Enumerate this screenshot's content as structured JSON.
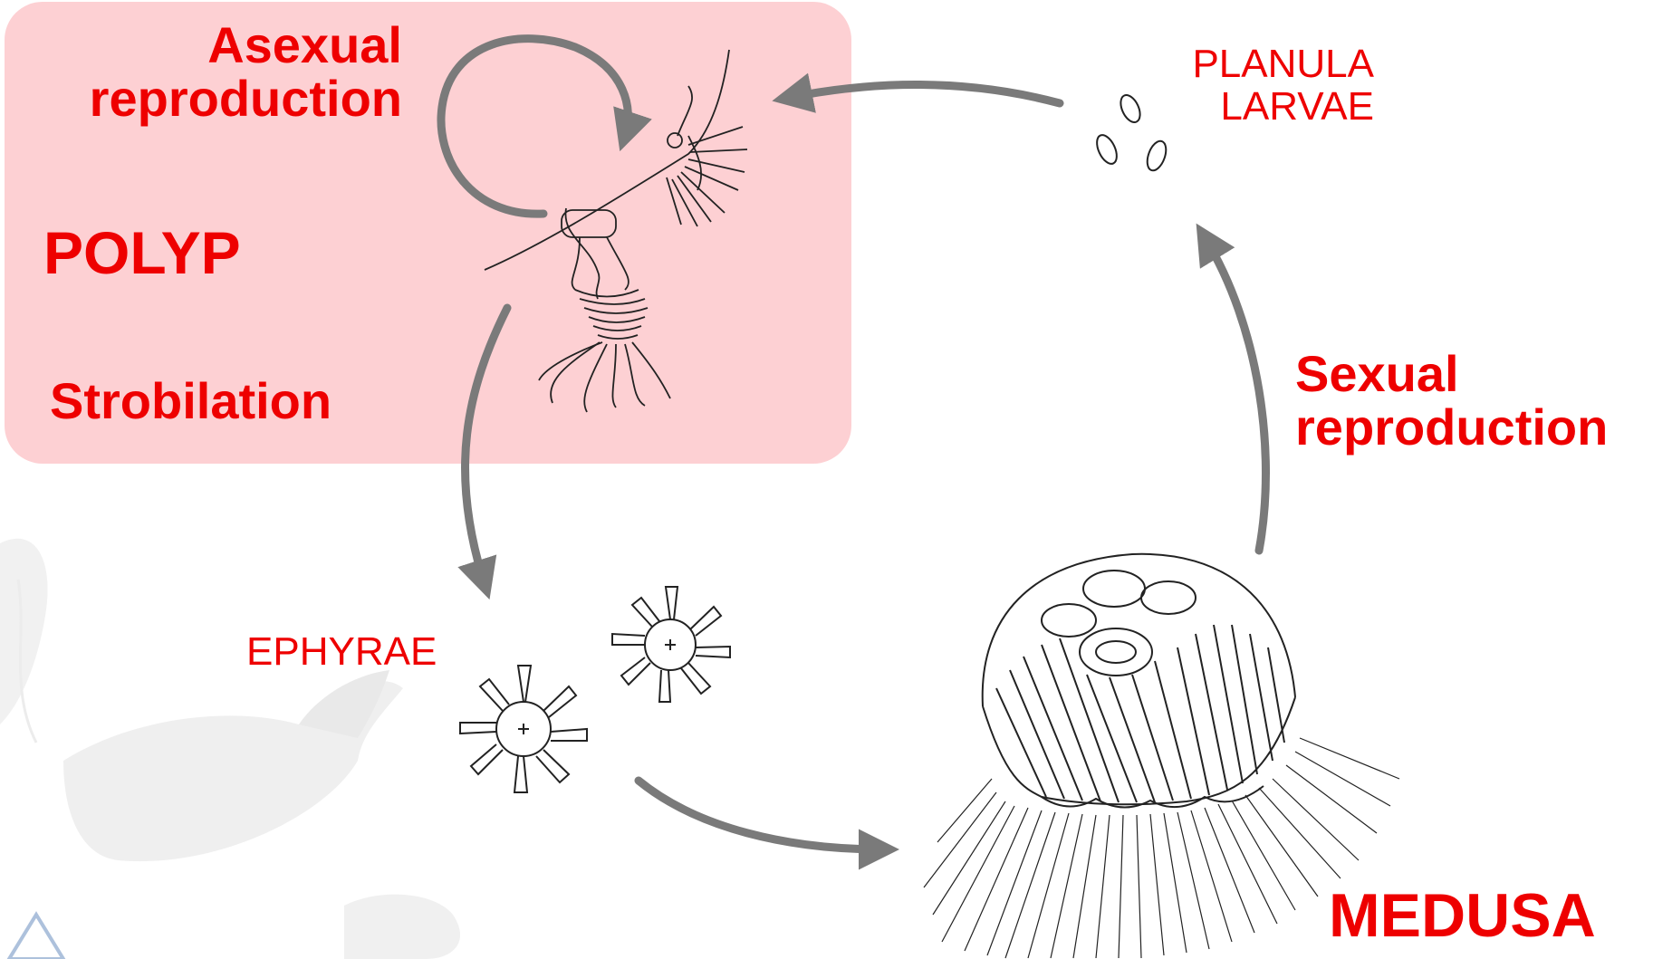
{
  "labels": {
    "asexual_line1": "Asexual",
    "asexual_line2": "reproduction",
    "polyp": "POLYP",
    "strobilation": "Strobilation",
    "planula_line1": "PLANULA",
    "planula_line2": "LARVAE",
    "sexual_line1": "Sexual",
    "sexual_line2": "reproduction",
    "ephyrae": "EPHYRAE",
    "medusa": "MEDUSA"
  },
  "colors": {
    "label_red": "#ee0000",
    "polyp_box": "#fdd0d3",
    "arrow_gray": "#7a7a7a",
    "drawing_ink": "#222222",
    "watermark": "#dcdcdc"
  },
  "icons": {
    "polyp": "polyp-drawing",
    "ephyra": "ephyra-drawing",
    "medusa": "medusa-drawing",
    "planula": "planula-larvae-drawing",
    "watermark": "whale-jellyfish-watermark"
  }
}
